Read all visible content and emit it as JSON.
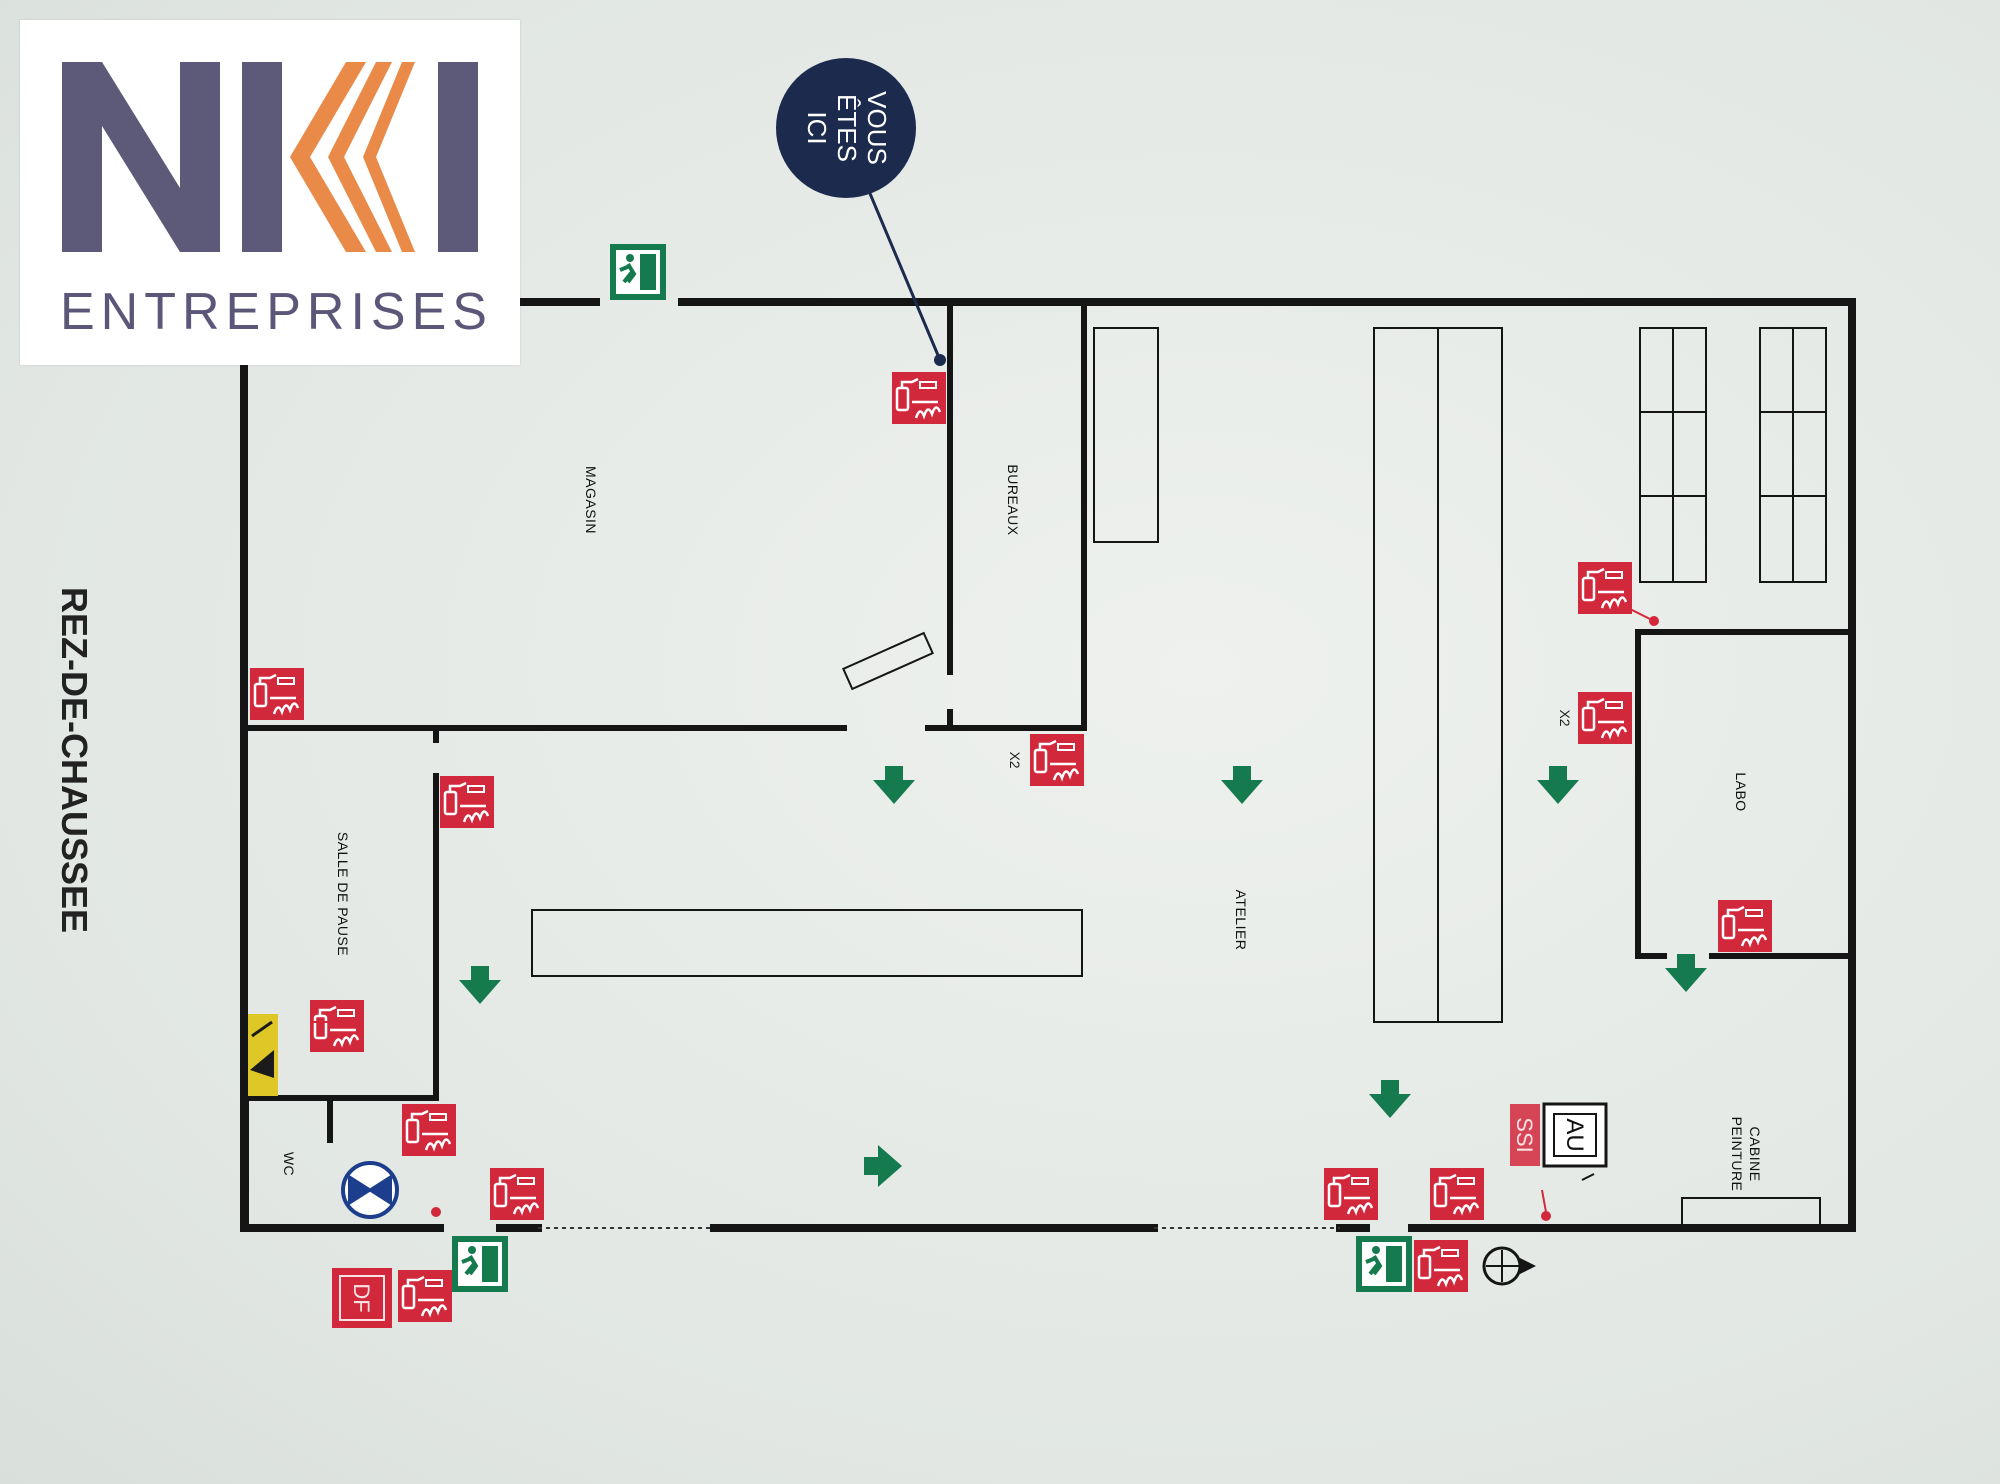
{
  "floor_plan": {
    "title": "REZ-DE-CHAUSSEE",
    "you_are_here": [
      "VOUS",
      "ÊTES",
      "ICI"
    ],
    "rooms": {
      "magasin": "MAGASIN",
      "bureaux": "BUREAUX",
      "salle_de_pause": "SALLE DE PAUSE",
      "wc": "WC",
      "atelier": "ATELIER",
      "labo": "LABO",
      "cabine_line1": "CABINE",
      "cabine_line2": "PEINTURE"
    },
    "quantity_marks": [
      "X2",
      "X2"
    ],
    "equipment_labels": {
      "df": "DF",
      "ssi": "SSI",
      "au": "AU"
    }
  },
  "logo": {
    "wordmark": "NKI",
    "subtitle": "ENTREPRISES",
    "colors": {
      "dark": "#5d5978",
      "accent": "#e98a48"
    }
  },
  "colors": {
    "wall": "#151515",
    "fire_equipment": "#d2283c",
    "exit_green": "#157a4e",
    "you_are_here": "#1c2b4d"
  },
  "icons": {
    "extinguisher": "fire-extinguisher-icon",
    "exit": "emergency-exit-icon",
    "arrow": "evacuation-arrow-icon",
    "assembly": "assembly-point-icon",
    "electric": "electrical-hazard-icon",
    "valve": "gas-valve-icon"
  }
}
